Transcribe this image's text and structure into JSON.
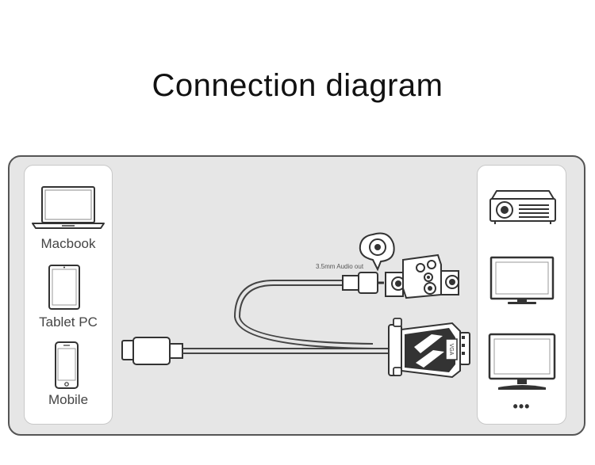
{
  "title": "Connection diagram",
  "source_devices": [
    {
      "label": "Macbook",
      "icon": "laptop-icon"
    },
    {
      "label": "Tablet PC",
      "icon": "tablet-icon"
    },
    {
      "label": "Mobile",
      "icon": "phone-icon"
    }
  ],
  "audio_label": "3.5mm Audio out",
  "output_devices": [
    {
      "icon": "projector-icon"
    },
    {
      "icon": "monitor-icon"
    },
    {
      "icon": "tv-icon"
    }
  ],
  "more_indicator": "•••",
  "colors": {
    "frame_border": "#555555",
    "frame_fill": "#e6e6e6",
    "panel_fill": "#ffffff",
    "line": "#444444"
  }
}
